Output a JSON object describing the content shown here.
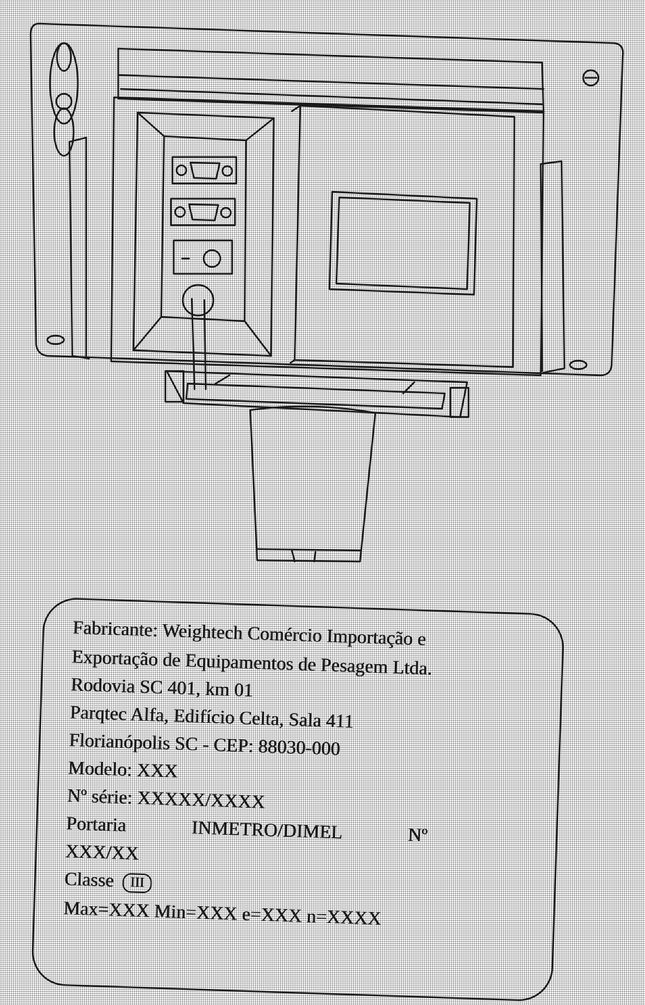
{
  "label": {
    "fabricante_line1": "Fabricante: Weightech Comércio Importação e",
    "fabricante_line2": "Exportação de Equipamentos de Pesagem Ltda.",
    "address_line1": "Rodovia SC 401, km 01",
    "address_line2": "Parqtec Alfa, Edifício Celta, Sala 411",
    "address_line3": "Florianópolis SC - CEP: 88030-000",
    "modelo": "Modelo: XXX",
    "serie": "Nº série: XXXXX/XXXX",
    "portaria_word": "Portaria",
    "portaria_org": "INMETRO/DIMEL",
    "portaria_no": "Nº",
    "portaria_value": "XXX/XX",
    "classe_label": "Classe",
    "classe_value": "III",
    "specs": "Max=XXX  Min=XXX  e=XXX  n=XXXX"
  },
  "colors": {
    "ink": "#1a1a1a",
    "paper": "#f6f6f6",
    "dither": "#8a8a8a"
  }
}
